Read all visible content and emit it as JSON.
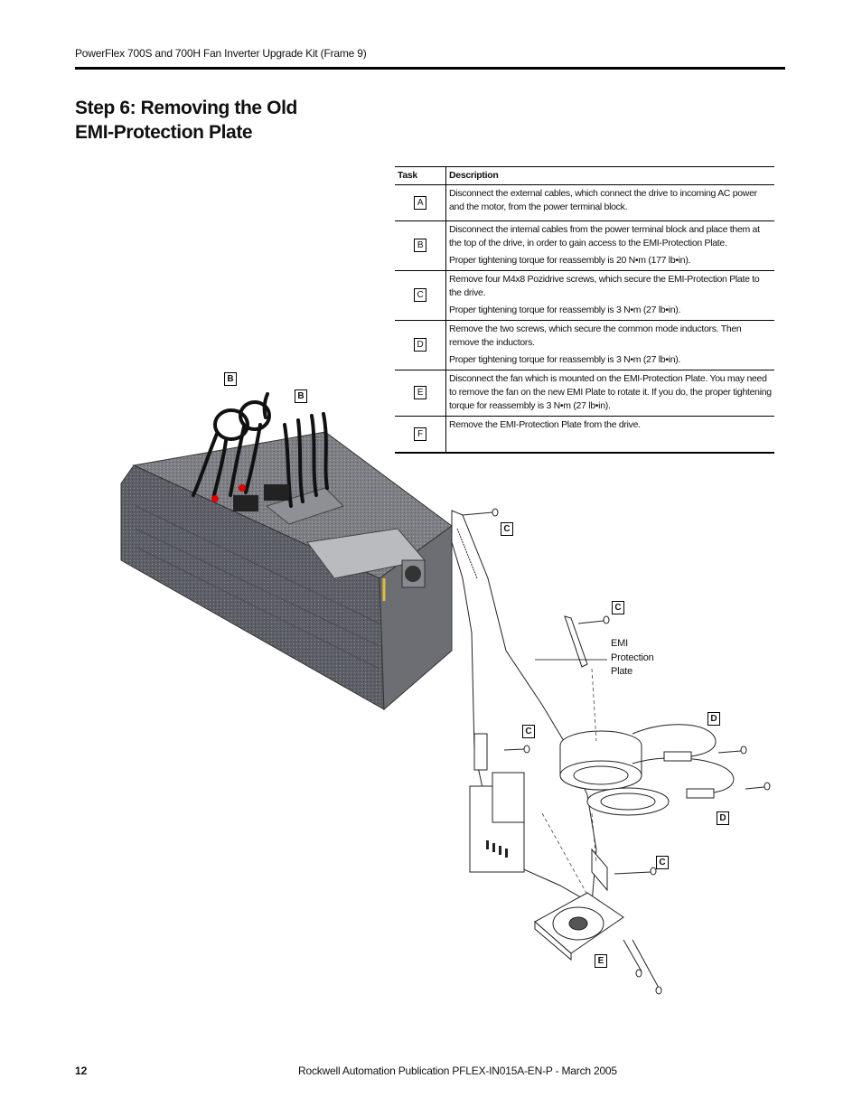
{
  "header": {
    "running_title": "PowerFlex 700S and 700H Fan Inverter Upgrade Kit (Frame 9)"
  },
  "section": {
    "title_line1": "Step 6: Removing the Old",
    "title_line2": "EMI-Protection Plate"
  },
  "table": {
    "columns": [
      "Task",
      "Description"
    ],
    "rows": [
      {
        "task": "A",
        "paragraphs": [
          "Disconnect the external cables, which connect the drive to incoming AC power and the motor, from the power terminal block."
        ]
      },
      {
        "task": "B",
        "paragraphs": [
          "Disconnect the internal cables from the power terminal block and place them at the top of the drive, in order to gain access to the EMI-Protection Plate.",
          "Proper tightening torque for reassembly is 20 N•m (177 lb•in)."
        ]
      },
      {
        "task": "C",
        "paragraphs": [
          "Remove four M4x8 Pozidrive screws, which secure the EMI-Protection Plate to the drive.",
          "Proper tightening torque for reassembly is 3 N•m (27 lb•in)."
        ]
      },
      {
        "task": "D",
        "paragraphs": [
          "Remove the two screws, which secure the common mode inductors. Then remove the inductors.",
          "Proper tightening torque for reassembly is 3 N•m (27 lb•in)."
        ]
      },
      {
        "task": "E",
        "paragraphs": [
          "Disconnect the fan which is mounted on the EMI-Protection Plate. You may need to remove the fan on the new EMI Plate to rotate it. If you do, the proper tightening torque for reassembly is 3 N•m (27 lb•in)."
        ]
      },
      {
        "task": "F",
        "paragraphs": [
          "Remove the EMI-Protection Plate from the drive."
        ]
      }
    ]
  },
  "figure": {
    "callouts": {
      "b1": "B",
      "b2": "B",
      "c1": "C",
      "c2": "C",
      "c3": "C",
      "c4": "C",
      "d1": "D",
      "d2": "D",
      "e1": "E"
    },
    "emi_label": {
      "line1": "EMI",
      "line2": "Protection",
      "line3": "Plate"
    }
  },
  "footer": {
    "page_number": "12",
    "publication": "Rockwell Automation Publication PFLEX-IN015A-EN-P - March 2005"
  }
}
